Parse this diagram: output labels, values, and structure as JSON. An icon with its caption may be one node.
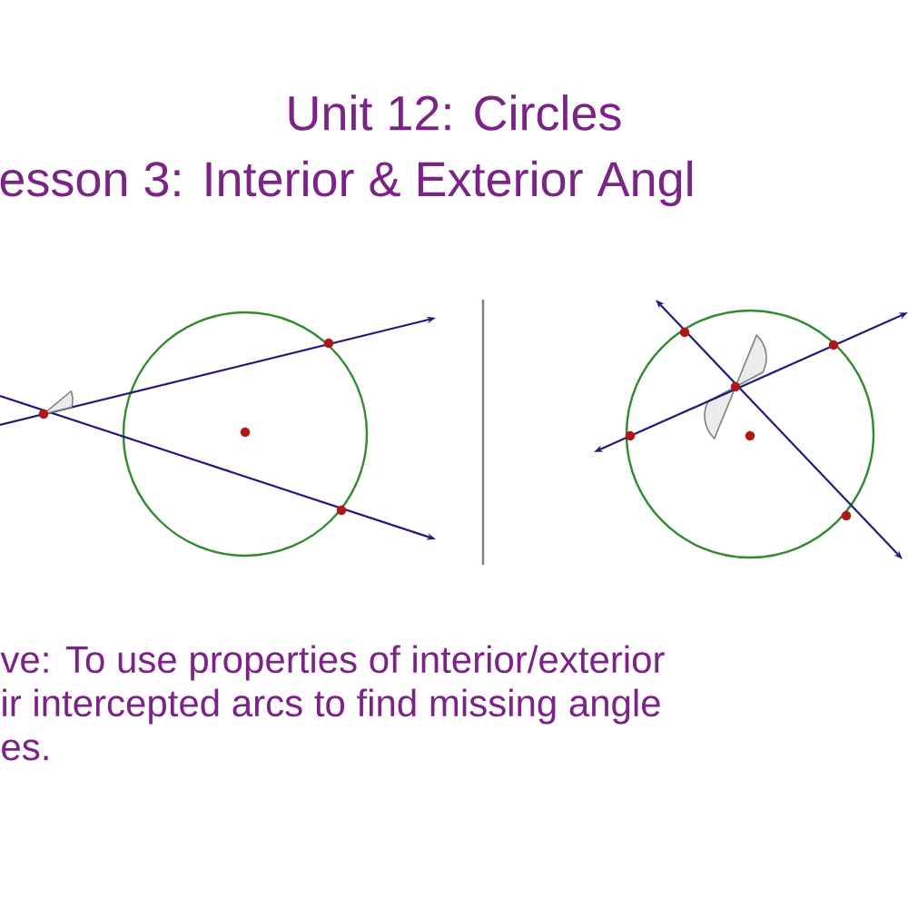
{
  "diagram": {
    "title": "Unit 12: Circles",
    "labels": [
      "esson 3: Interior & Exterior Angl",
      "ve: To use properties of interior/exterior",
      "ir intercepted arcs to find missing angle",
      "es."
    ]
  }
}
